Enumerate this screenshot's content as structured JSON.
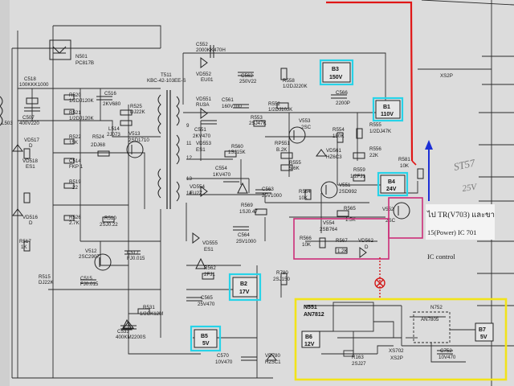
{
  "diagram": {
    "labels": {
      "n501": "N501",
      "pc817b": "PC817B",
      "t511": "T511",
      "kbc": "KBC-42-103EE-S",
      "c552": "C552",
      "c552v": "2000KK470H",
      "vd552": "VD552",
      "vd552v": "EU01",
      "c562": "C562",
      "c562v": "250V22",
      "r558": "R558",
      "r558v": "1/2DJ220K",
      "c566": "C566",
      "c566v": "2200P",
      "c518": "C518",
      "c518v": "100KKK1000",
      "c507": "C507",
      "c507v": "400V220",
      "r520": "R520",
      "r520v": "1/2DJ120K",
      "r521": "R521",
      "r521v": "1/2DJ120K",
      "c516": "C516",
      "c516v": "2KV680",
      "r525": "R525",
      "r525v": "DJ22K",
      "l503": "L503",
      "vd517": "VD517",
      "vd517v": "D",
      "r522": "R522",
      "r522v": "15K",
      "vd518": "VD518",
      "vd518v": "ES1",
      "c514": "C514",
      "c514v": "FKP 1",
      "r519": "R519",
      "r519v": "22",
      "r524": "R524",
      "r524v": "2DJ68",
      "l514": "L514",
      "l514v": "2J073",
      "v513": "V513",
      "v513v": "2SD1710",
      "vd516": "VD516",
      "vd516v": "D",
      "r526": "R526",
      "r526v": "2.7K",
      "r517": "R517",
      "r517v": "1K",
      "r510": "R510",
      "r510v": "2SJ0.22",
      "v512": "V512",
      "v512v": "2SC2907",
      "c517": "C517",
      "c517v": "FJ0.015",
      "r515": "R515",
      "r515v": "DJ22K",
      "c515": "C515",
      "c515v": "FJ0.015",
      "r531": "R531",
      "r531v": "1/2CK12M",
      "c533": "C533",
      "c533v": "400KM2200S",
      "vd551": "VD551",
      "vd551v": "RU3A",
      "c561": "C561",
      "c561v": "160V100",
      "c551": "C551",
      "c551v": "2KV470",
      "r552": "R552",
      "r552v": "1/2DJ10JK",
      "r553": "R553",
      "r553v": "2SJ47K",
      "v553": "V553",
      "v553v": "2SC",
      "r554": "R554",
      "r554v": "150K",
      "vd553": "VD553",
      "vd553v": "ES1",
      "r560": "R560",
      "r560v": "1SJ15K",
      "rp551": "RP551",
      "rp551v": "B.2K",
      "r555": "R555",
      "r555v": "5.6K",
      "vd561": "VD561",
      "vd561v": "HZ6C3",
      "r555b": "R555",
      "r555bv": "1/2DJ47K",
      "r556": "R556",
      "r556v": "22K",
      "c554": "C554",
      "c554v": "1KV470",
      "vd554": "VD554",
      "vd554v": "EU2Z",
      "c563": "C563",
      "c563v": "25V1000",
      "r564": "R564",
      "r564v": "10K",
      "v551": "V551",
      "v551v": "2SD992",
      "r559": "R559",
      "r559v": "1/2FJ1",
      "r581": "R581",
      "r581v": "10K",
      "r569": "R569",
      "r569v": "1SJ0.47",
      "r565": "R565",
      "r565v": "1.5K",
      "v552": "V552",
      "v552v": "2SC",
      "c564": "C564",
      "c564v": "25V1000",
      "v554": "V554",
      "v554v": "2SB764",
      "r566": "R566",
      "r566v": "10K",
      "r567": "R567",
      "r567v": "1.2K",
      "vd562": "VD562",
      "vd562v": "D",
      "vd555": "VD555",
      "vd555v": "ES1",
      "r562": "R562",
      "r562v": "2FJ1",
      "c565": "C565",
      "c565v": "25V470",
      "r780": "R780",
      "r780v": "2SJ150",
      "n551": "N551",
      "n551v": "AN7812",
      "n752": "N752",
      "an7805": "AN7805",
      "r163": "R163",
      "r163v": "2SJ27",
      "c570": "C570",
      "c570v": "10V470",
      "vd780": "VD780",
      "vd780v": "HZ5C1",
      "c752": "C752",
      "c752v": "10V470",
      "xs702": "XS702",
      "xs2p": "XS2P",
      "xs2p_top": "XS2P",
      "n12": "12",
      "n13": "13",
      "n14": "14",
      "n9": "9",
      "n11": "11"
    },
    "boxes": {
      "b3": "B3",
      "b3v": "150V",
      "b1": "B1",
      "b1v": "110V",
      "b4": "B4",
      "b4v": "24V",
      "b2": "B2",
      "b2v": "17V",
      "b5": "B5",
      "b5v": "5V",
      "b6": "B6",
      "b6v": "12V",
      "b7": "B7",
      "b7v": "5V"
    },
    "annotations": {
      "thai_line": "ไป TR(V703) และขา",
      "power_line": "15(Power) IC 701",
      "ic_control": "IC control",
      "handwritten_1": "ST57",
      "handwritten_2": "25V"
    },
    "colors": {
      "paper": "#dcdcdc",
      "ink": "#222222",
      "cyan_box": "#27d3e8",
      "magenta_box": "#cc2d78",
      "yellow_box": "#f2e31a",
      "red_line": "#e01616",
      "blue_arrow": "#1c2fd6",
      "fault_mark": "#d21a1a"
    }
  }
}
